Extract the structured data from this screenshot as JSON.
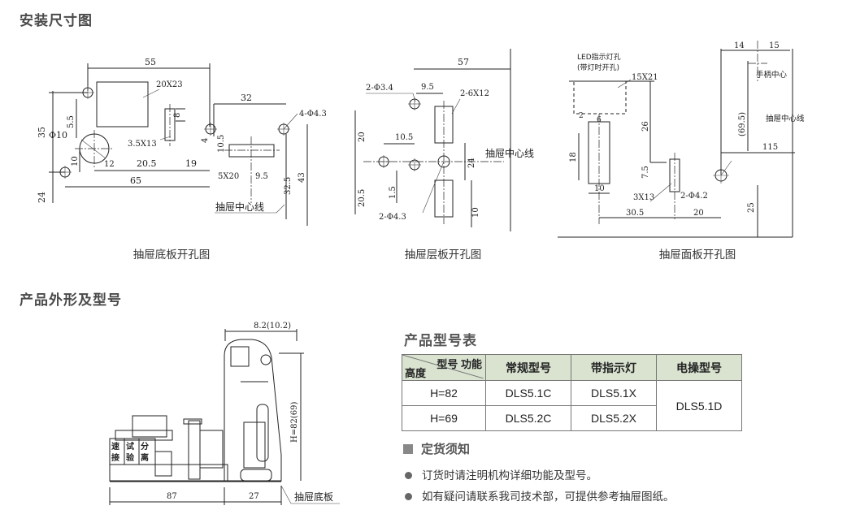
{
  "sections": {
    "mounting_title": "安装尺寸图",
    "product_title": "产品外形及型号"
  },
  "captions": {
    "bottom_panel": "抽屉底板开孔图",
    "layer_panel": "抽屉层板开孔图",
    "face_panel": "抽屉面板开孔图"
  },
  "drawing_labels": {
    "d1_55": "55",
    "d1_20x23": "20X23",
    "d1_32": "32",
    "d1_4phi43": "4-Φ4.3",
    "d1_35": "35",
    "d1_55v": "5.5",
    "d1_phi10": "Φ10",
    "d1_8": "8",
    "d1_4": "4",
    "d1_105": "10.5",
    "d1_35x13": "3.5X13",
    "d1_10": "10",
    "d1_12": "12",
    "d1_205": "20.5",
    "d1_19": "19",
    "d1_5x20": "5X20",
    "d1_95": "9.5",
    "d1_65": "65",
    "d1_24": "24",
    "d1_325": "32.5",
    "d1_43": "43",
    "d1_center": "抽屉中心线",
    "d2_57": "57",
    "d2_2phi34": "2-Φ3.4",
    "d2_95": "9.5",
    "d2_2_6x12": "2-6X12",
    "d2_20": "20",
    "d2_105": "10.5",
    "d2_24": "24",
    "d2_center": "抽屉中心线",
    "d2_15": "1.5",
    "d2_205": "20.5",
    "d2_2phi43": "2-Φ4.3",
    "d2_10": "10",
    "d3_led1": "LED指示灯孔",
    "d3_led2": "(带灯时开孔)",
    "d3_15x21": "15X21",
    "d3_14": "14",
    "d3_15": "15",
    "d3_handle": "手柄中心",
    "d3_695": "(69.5)",
    "d3_center": "抽屉中心线",
    "d3_2": "2",
    "d3_6": "6",
    "d3_26": "26",
    "d3_115": "115",
    "d3_18": "18",
    "d3_75": "7.5",
    "d3_10": "10",
    "d3_3x13": "3X13",
    "d3_2phi42": "2-Φ4.2",
    "d3_25": "25",
    "d3_305": "30.5",
    "d3_20": "20",
    "p_82": "8.2(10.2)",
    "p_h": "H=82(69)",
    "p_87": "87",
    "p_27": "27",
    "p_bottom": "抽屉底板",
    "p_lbl1a": "速",
    "p_lbl1b": "接",
    "p_lbl2a": "试",
    "p_lbl2b": "验",
    "p_lbl3a": "分",
    "p_lbl3b": "离"
  },
  "model_table": {
    "title": "产品型号表",
    "corner_function": "型号 功能",
    "corner_height": "高度",
    "headers": [
      "常规型号",
      "带指示灯",
      "电操型号"
    ],
    "rows": [
      {
        "height": "H=82",
        "regular": "DLS5.1C",
        "indicator": "DLS5.1X"
      },
      {
        "height": "H=69",
        "regular": "DLS5.2C",
        "indicator": "DLS5.2X"
      }
    ],
    "electric": "DLS5.1D"
  },
  "notice": {
    "title": "定货须知",
    "items": [
      "订货时请注明机构详细功能及型号。",
      "如有疑问请联系我司技术部，可提供参考抽屉图纸。"
    ]
  }
}
